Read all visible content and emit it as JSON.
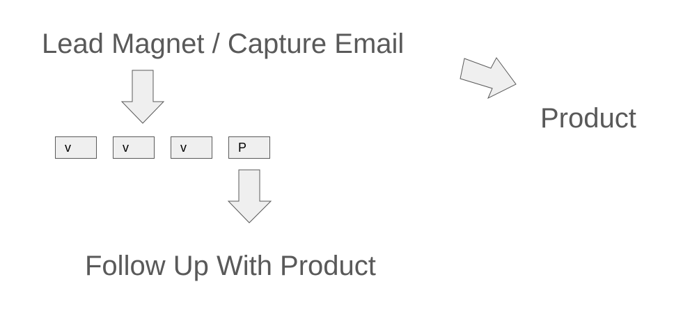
{
  "diagram": {
    "title": "Lead Magnet / Capture Email",
    "product_label": "Product",
    "followup_label": "Follow Up With Product",
    "boxes": [
      {
        "label": "v"
      },
      {
        "label": "v"
      },
      {
        "label": "v"
      },
      {
        "label": "P"
      }
    ]
  },
  "colors": {
    "text": "#595959",
    "shape_fill": "#efefef",
    "shape_stroke": "#595959"
  }
}
